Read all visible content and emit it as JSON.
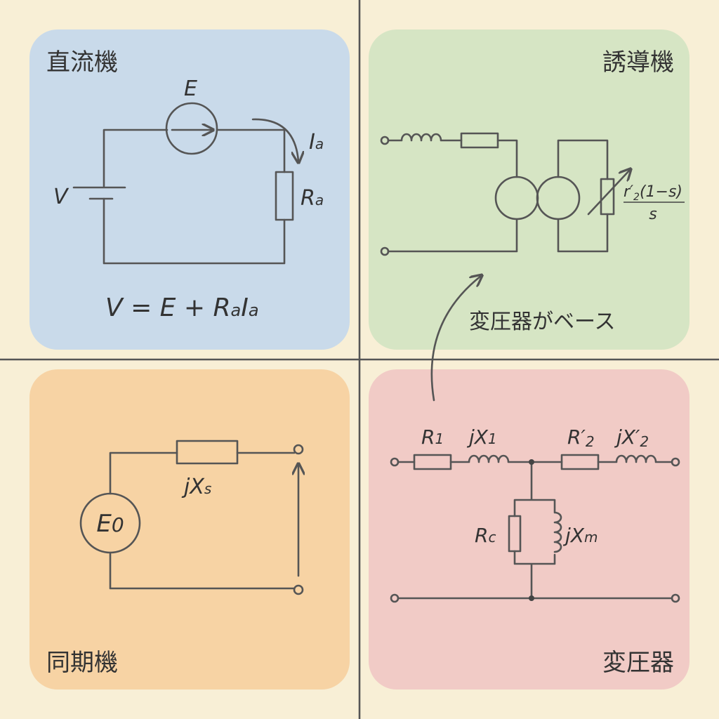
{
  "dc_machine": {
    "title": "直流機",
    "label_E": "E",
    "label_V": "V",
    "label_Ia": {
      "main": "I",
      "sub": "a"
    },
    "label_Ra": {
      "main": "R",
      "sub": "a"
    },
    "equation": {
      "lhs": "V = E + R",
      "sub1": "a",
      "mid": "I",
      "sub2": "a"
    },
    "color": "#c9daea"
  },
  "induction_machine": {
    "title": "誘導機",
    "load_numerator": {
      "main": "r",
      "sub": "2",
      "prime": "′",
      "rest": "(1−s)"
    },
    "load_denominator": "s",
    "note": "変圧器がベース",
    "color": "#d6e5c4"
  },
  "synchronous_machine": {
    "title": "同期機",
    "label_E0": {
      "main": "E",
      "sub": "0"
    },
    "label_jXs": {
      "main": "jX",
      "sub": "s"
    },
    "color": "#f7d3a4"
  },
  "transformer": {
    "title": "変圧器",
    "label_R1": {
      "main": "R",
      "sub": "1"
    },
    "label_jX1": {
      "main": "jX",
      "sub": "1"
    },
    "label_R2p": {
      "main": "R",
      "sub": "2",
      "prime": "′"
    },
    "label_jX2p": {
      "main": "jX",
      "sub": "2",
      "prime": "′"
    },
    "label_Rc": {
      "main": "R",
      "sub": "c"
    },
    "label_jXm": {
      "main": "jX",
      "sub": "m"
    },
    "color": "#f1cbc6"
  }
}
